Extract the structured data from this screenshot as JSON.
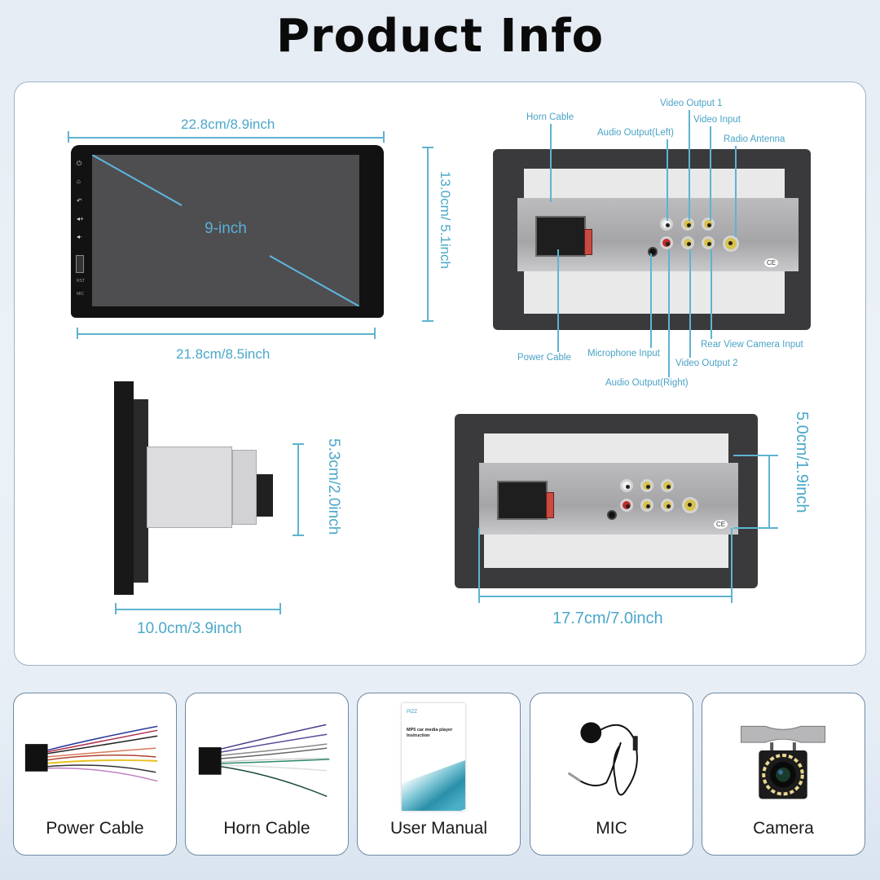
{
  "title": "Product Info",
  "colors": {
    "accent": "#4aa8c9",
    "title": "#0a0a0a",
    "panel_border": "#9fb2c6",
    "card_border": "#6f8aa4"
  },
  "front_view": {
    "screen_label": "9-inch",
    "width_top": "22.8cm/8.9inch",
    "width_bottom": "21.8cm/8.5inch",
    "height": "13.0cm/ 5.1inch",
    "side_buttons": [
      "power-icon",
      "home-icon",
      "back-icon",
      "volume-up-icon",
      "volume-down-icon",
      "usb-port"
    ],
    "side_labels": [
      "RST",
      "MIC"
    ]
  },
  "rear_view_callouts": {
    "top": [
      "Horn Cable",
      "Audio Output(Left)",
      "Video Output 1",
      "Video Input",
      "Radio Antenna"
    ],
    "bottom": [
      "Power Cable",
      "Microphone Input",
      "Audio Output(Right)",
      "Video Output 2",
      "Rear View Camera Input"
    ]
  },
  "side_view": {
    "depth": "10.0cm/3.9inch",
    "chassis_height": "5.3cm/2.0inch"
  },
  "rear_view_2": {
    "chassis_width": "17.7cm/7.0inch",
    "chassis_height": "5.0cm/1.9inch"
  },
  "accessories": [
    {
      "label": "Power Cable",
      "icon": "power-cable-icon"
    },
    {
      "label": "Horn Cable",
      "icon": "horn-cable-icon"
    },
    {
      "label": "User Manual",
      "icon": "user-manual-icon",
      "manual_brand": "PIZZ",
      "manual_title": "MP5 car media player Instruction"
    },
    {
      "label": "MIC",
      "icon": "microphone-icon"
    },
    {
      "label": "Camera",
      "icon": "camera-icon"
    }
  ]
}
